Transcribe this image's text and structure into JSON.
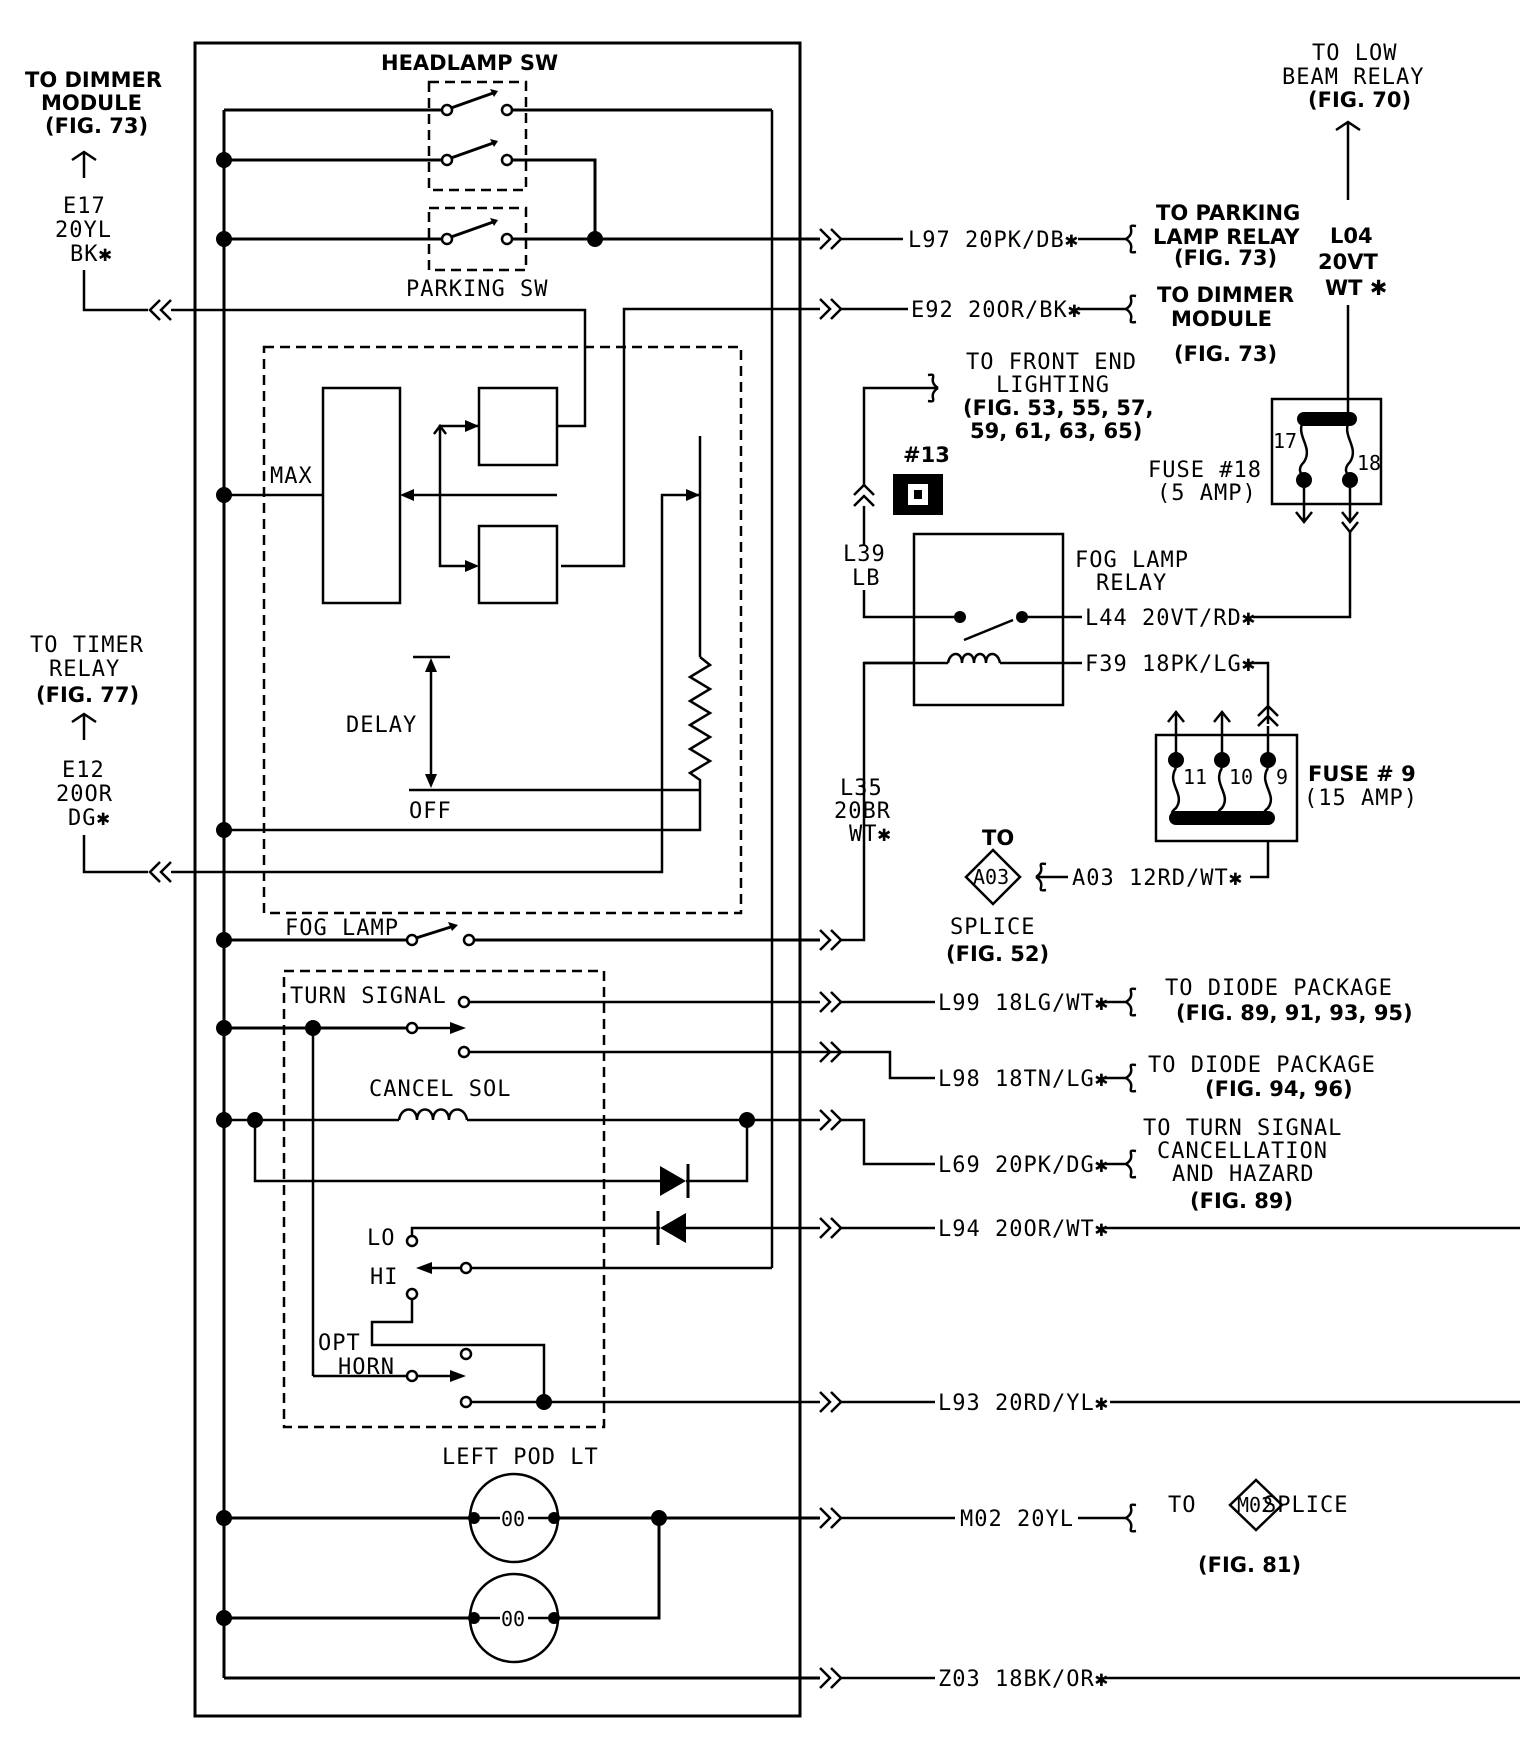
{
  "components": {
    "headlamp_sw": "HEADLAMP SW",
    "parking_sw": "PARKING SW",
    "max": "MAX",
    "delay": "DELAY",
    "off": "OFF",
    "fog_lamp": "FOG LAMP",
    "turn_signal": "TURN SIGNAL",
    "cancel_sol": "CANCEL SOL",
    "lo": "LO",
    "hi": "HI",
    "opt": "OPT",
    "horn": "HORN",
    "left_pod_lt": "LEFT POD LT",
    "connector_13": "#13",
    "fog_lamp_relay_1": "FOG LAMP",
    "fog_lamp_relay_2": "RELAY",
    "fuse18_name": "FUSE #18",
    "fuse18_rating": "(5 AMP)",
    "fuse18_pin_a": "17",
    "fuse18_pin_b": "18",
    "fuse9_name": "FUSE # 9",
    "fuse9_rating": "(15 AMP)",
    "fuse9_pin_a": "11",
    "fuse9_pin_b": "10",
    "fuse9_pin_c": "9",
    "pod_bulb": "00"
  },
  "left_refs": {
    "dimmer_1": "TO DIMMER",
    "dimmer_2": "MODULE",
    "dimmer_3": "(FIG. 73)",
    "e17_1": "E17",
    "e17_2": "20YL",
    "e17_3": "BK✱",
    "timer_1": "TO TIMER",
    "timer_2": "RELAY",
    "timer_3": "(FIG. 77)",
    "e12_1": "E12",
    "e12_2": "20OR",
    "e12_3": "DG✱"
  },
  "top_refs": {
    "lowbeam_1": "TO LOW",
    "lowbeam_2": "BEAM RELAY",
    "lowbeam_3": "(FIG. 70)",
    "l04_1": "L04",
    "l04_2": "20VT",
    "l04_3": "WT ✱",
    "parking_1": "TO PARKING",
    "parking_2": "LAMP RELAY",
    "parking_3": "(FIG. 73)",
    "dimmer_1": "TO DIMMER",
    "dimmer_2": "MODULE",
    "dimmer_3": "(FIG. 73)",
    "front_1": "TO FRONT END",
    "front_2": "LIGHTING",
    "front_3": "(FIG. 53, 55, 57,",
    "front_4": "59, 61, 63, 65)",
    "l39_1": "L39",
    "l39_2": "LB",
    "l35_1": "L35",
    "l35_2": "20BR",
    "l35_3": "WT✱",
    "l44": "L44 20VT/RD✱",
    "f39": "F39 18PK/LG✱",
    "a03_to": "TO",
    "a03_tag": "A03",
    "a03_splice": "SPLICE",
    "a03_fig": "(FIG. 52)",
    "a03_wire": "A03 12RD/WT✱"
  },
  "wires": {
    "l97": "L97 20PK/DB✱",
    "e92": "E92 20OR/BK✱",
    "l99": "L99 18LG/WT✱",
    "l98": "L98 18TN/LG✱",
    "l69": "L69 20PK/DG✱",
    "l94": "L94 20OR/WT✱",
    "l93": "L93 20RD/YL✱",
    "m02": "M02 20YL",
    "z03": "Z03 18BK/OR✱"
  },
  "right_refs": {
    "diode1_1": "TO DIODE PACKAGE",
    "diode1_2": "(FIG. 89, 91, 93, 95)",
    "diode2_1": "TO DIODE PACKAGE",
    "diode2_2": "(FIG. 94, 96)",
    "cancel_1": "TO TURN SIGNAL",
    "cancel_2": "CANCELLATION",
    "cancel_3": "AND HAZARD",
    "cancel_4": "(FIG. 89)",
    "m02_to": "TO",
    "m02_tag": "M02",
    "m02_splice": "SPLICE",
    "m02_fig": "(FIG. 81)"
  }
}
